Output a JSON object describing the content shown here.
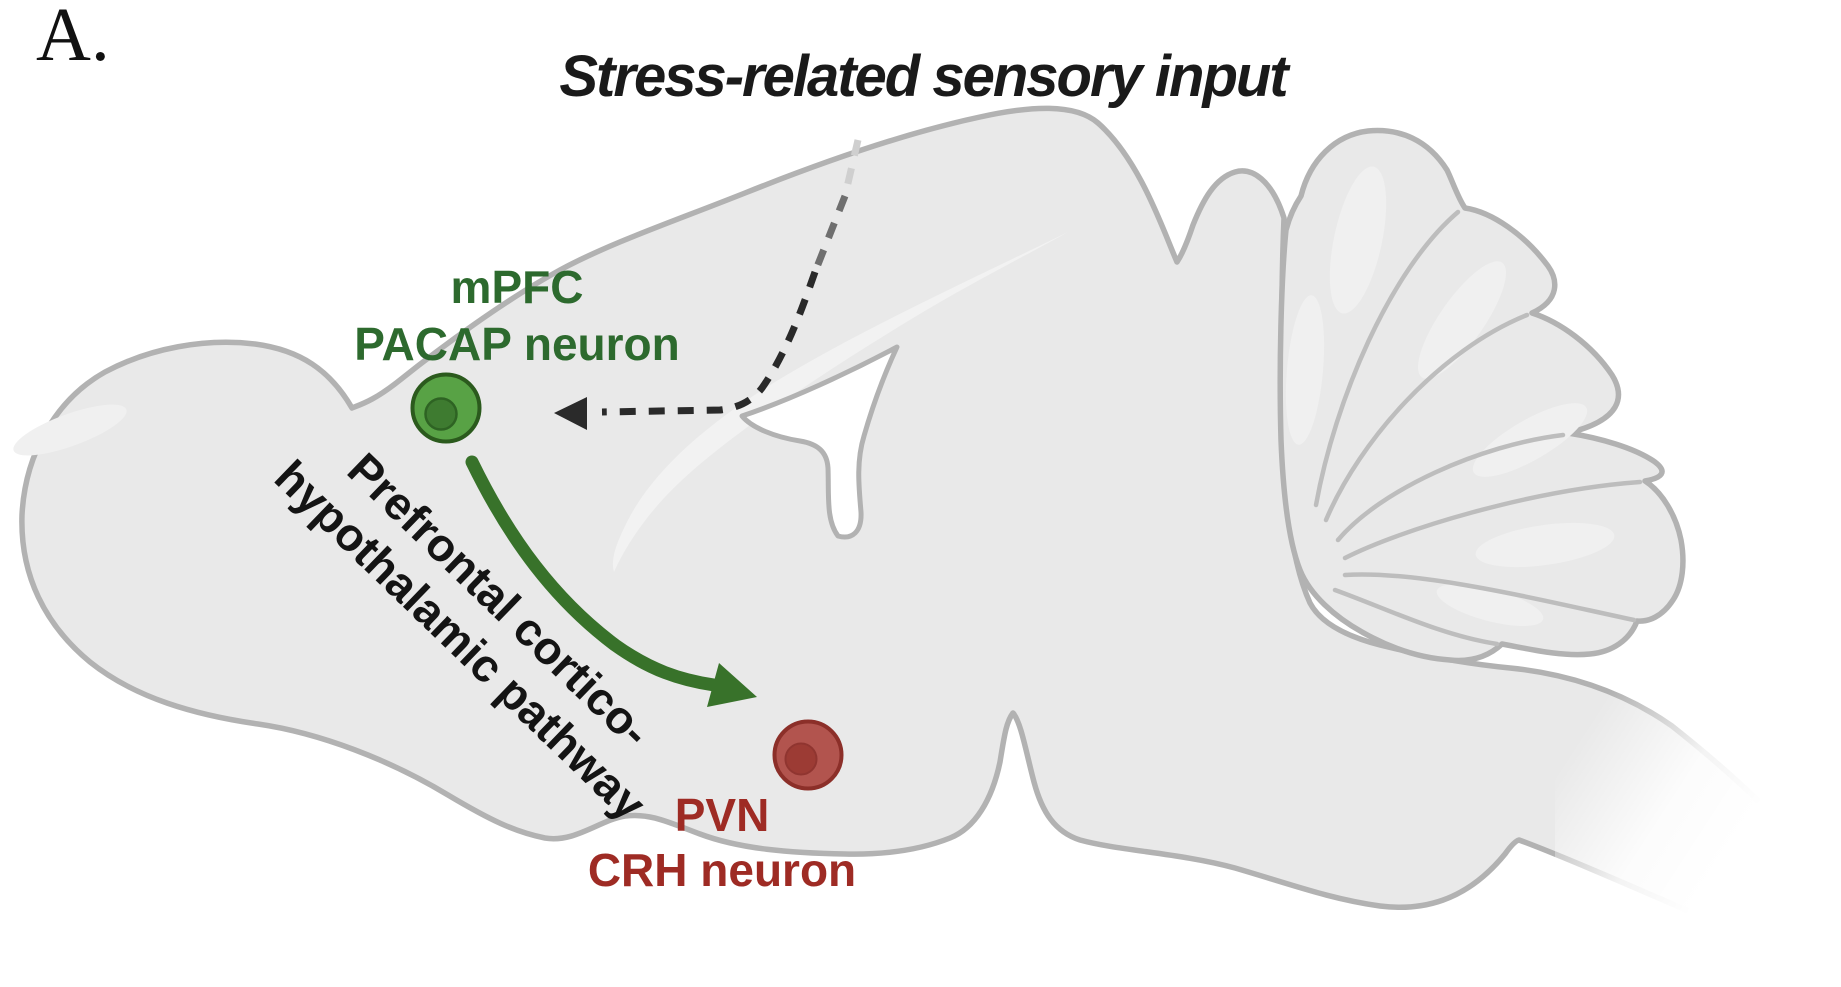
{
  "panel_label": "A.",
  "title": "Stress-related sensory input",
  "regions": {
    "mpfc": {
      "line1": "mPFC",
      "line2": "PACAP neuron",
      "text_color": "#2d6a2e"
    },
    "pvn": {
      "line1": "PVN",
      "line2": "CRH neuron",
      "text_color": "#9e2b24"
    }
  },
  "pathway_label": {
    "line1": "Prefrontal cortico-",
    "line2": "hypothalamic pathway",
    "text_color": "#141414"
  },
  "neurons": {
    "mpfc_pacap": {
      "body_fill": "#58a245",
      "body_stroke": "#2b5a1d",
      "nucleus_fill": "#3e7b30",
      "nucleus_stroke": "#2e6323"
    },
    "pvn_crh": {
      "body_fill": "#b2544e",
      "body_stroke": "#8c2f29",
      "nucleus_fill": "#9c3b34",
      "nucleus_stroke": "#903530"
    }
  },
  "arrows": {
    "sensory_input": {
      "icon": "dashed-arrow-left-icon",
      "style": "dashed",
      "color": "#2a2a2a"
    },
    "cortico_hypothalamic": {
      "icon": "curved-arrow-down-right-icon",
      "style": "solid",
      "color": "#38722a"
    }
  },
  "brain": {
    "fill": "#e9e9e9",
    "outline": "#b2b2b2",
    "ventricle_fill": "#ffffff",
    "highlight_fill": "#f2f2f2",
    "fold_line": "#bdbdbd"
  }
}
